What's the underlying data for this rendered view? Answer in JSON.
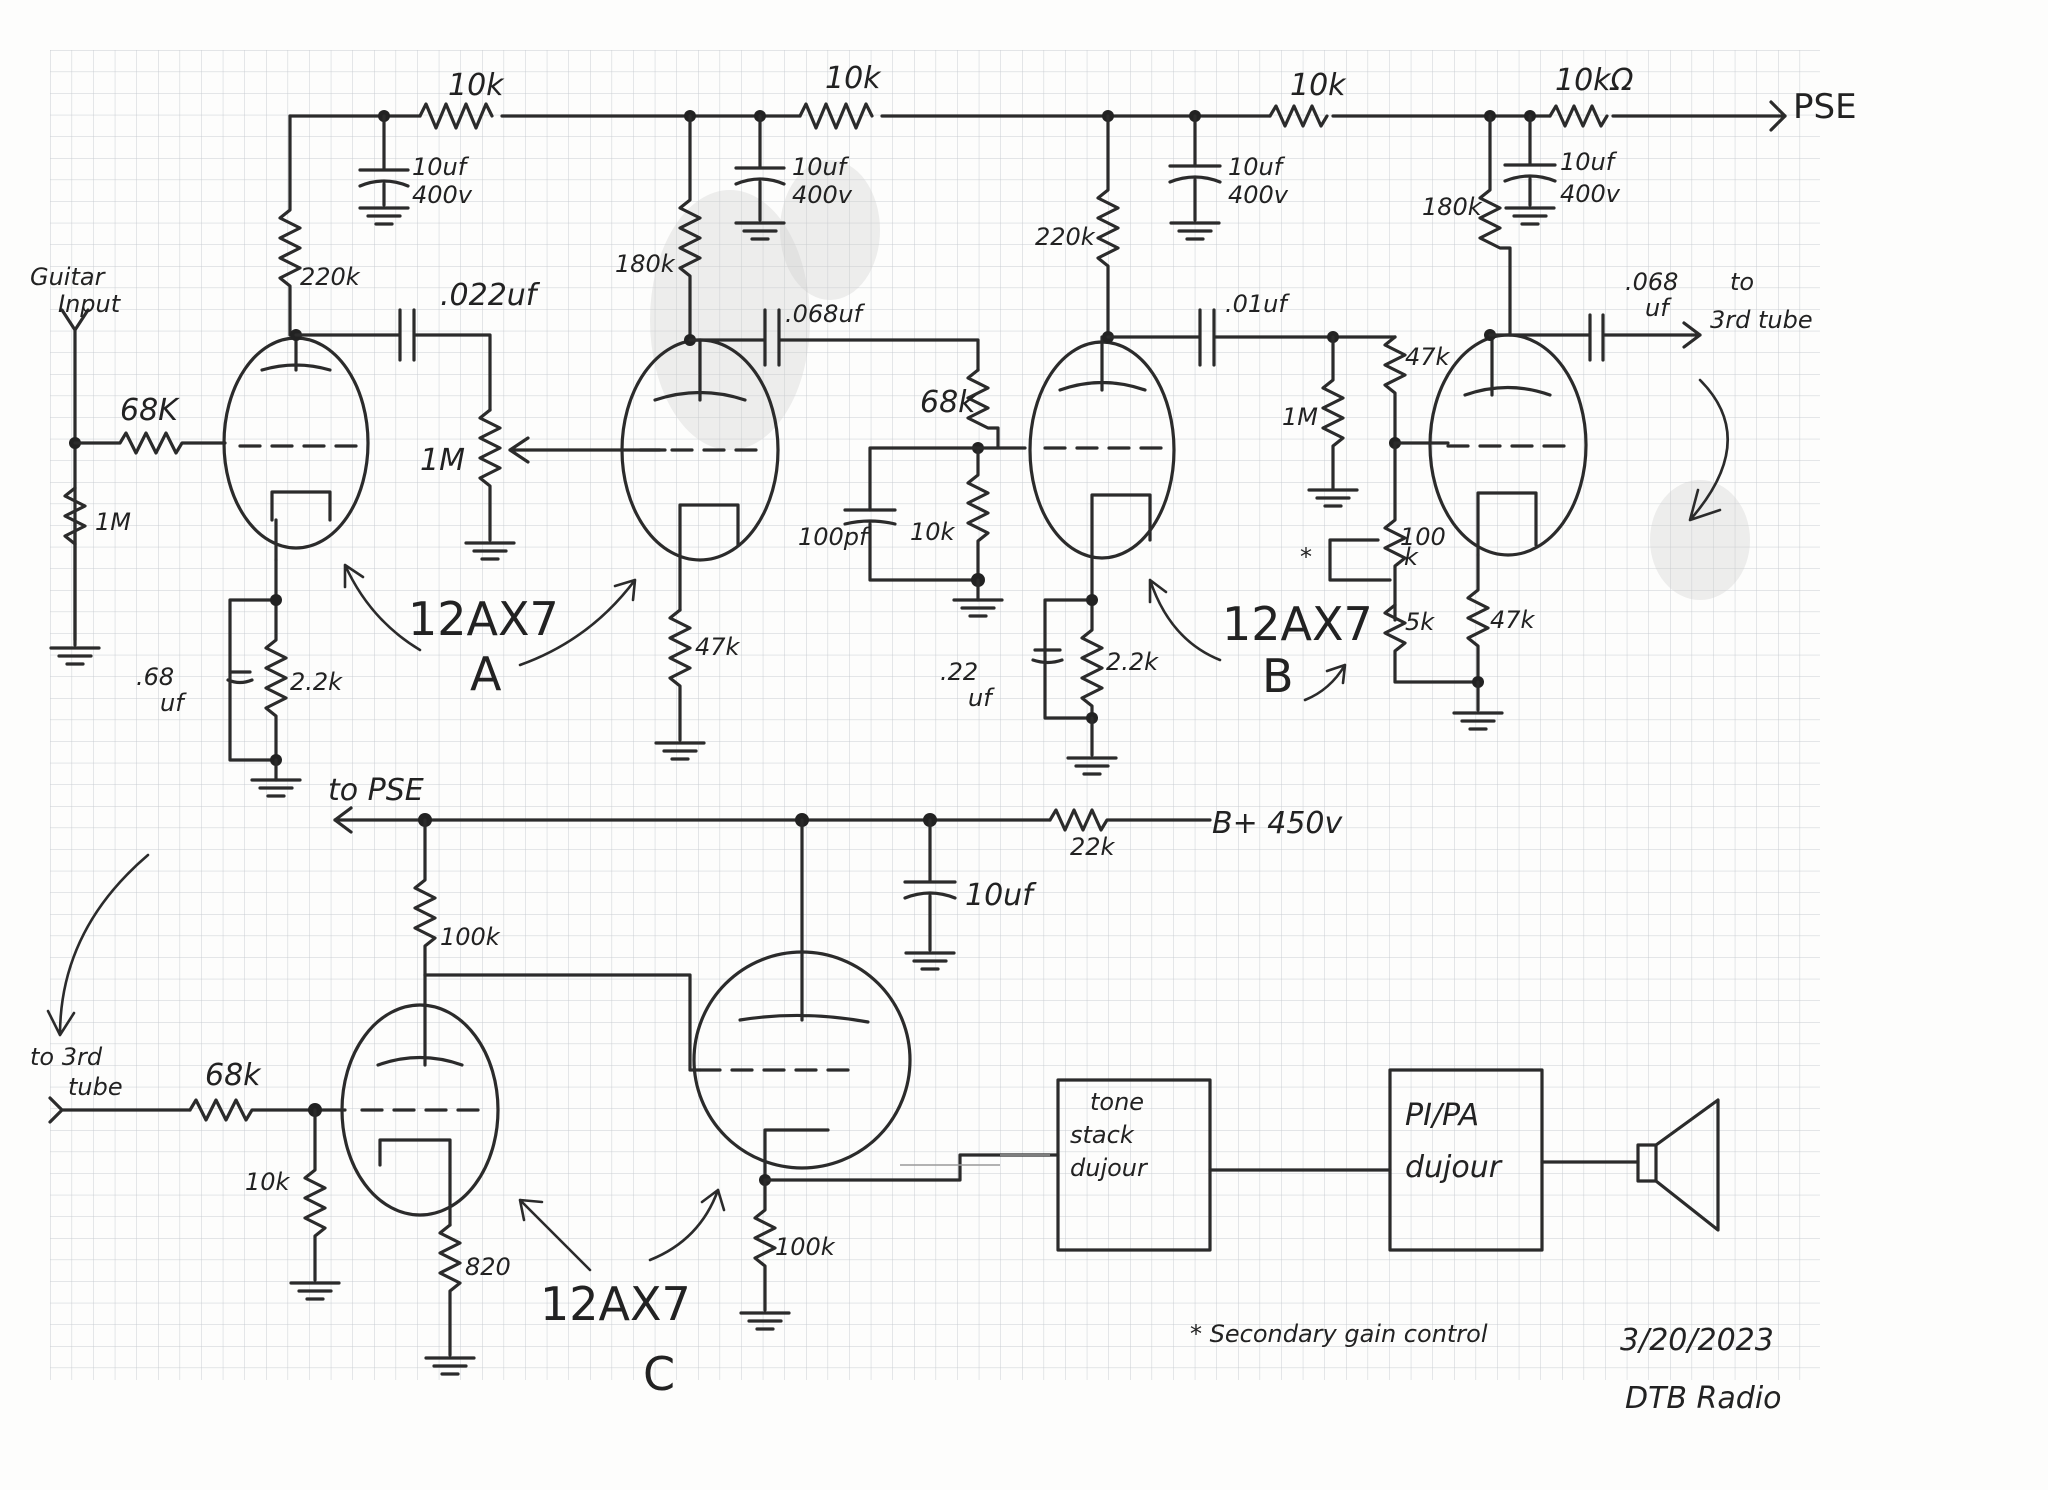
{
  "labels": {
    "pse_top": "PSE",
    "to_pse": "to PSE",
    "b_plus": "B+ 450v",
    "guitar_input": "Guitar\nInput",
    "to_3rd_tube_out": "to\n3rd tube",
    "to_3rd_tube_in": "to 3rd\ntube",
    "tube_a_name": "12AX7",
    "tube_a_letter": "A",
    "tube_b_name": "12AX7",
    "tube_b_letter": "B",
    "tube_c_name": "12AX7",
    "tube_c_letter": "C",
    "tone_stack": "tone\nstack\ndujour",
    "pi_pa": "PI/PA\ndujour",
    "footnote": "* Secondary gain control",
    "asterisk": "*",
    "date": "3/20/2023",
    "author": "DTB Radio"
  },
  "components": {
    "r_supply_1": "10k",
    "r_supply_2": "10k",
    "r_supply_3": "10k",
    "r_supply_4": "10kΩ",
    "c_filter_1": "10uf\n400v",
    "c_filter_2": "10uf\n400v",
    "c_filter_3": "10uf\n400v",
    "c_filter_4": "10uf\n400v",
    "r_plate_a1": "220k",
    "r_plate_a2": "180k",
    "r_plate_b1": "220k",
    "r_plate_b2": "180k",
    "c_couple_1": ".022uf",
    "c_couple_2": ".068uf",
    "c_couple_3": ".01uf",
    "c_couple_4": ".068\nuf",
    "r_grid_stop": "68K",
    "r_input_ground": "1M",
    "pot_volume": "1M",
    "r_cathode_a1": "2.2k",
    "c_cathode_a1": ".68\nuf",
    "r_cathode_a2": "47k",
    "r_div_top": "68k",
    "r_div_bottom": "10k",
    "c_bright": "100pf",
    "r_cathode_b1": "2.2k",
    "c_cathode_b1": ".22\nuf",
    "r_grid_b2": "1M",
    "r_grid_b2_series": "47k",
    "pot_secondary": "100\nk",
    "r_5k": "5k",
    "r_cathode_b2": "47k",
    "r_b_plus": "22k",
    "c_b_plus": "10uf",
    "r_plate_c1": "100k",
    "r_grid_c": "68k",
    "r_grid_c_ground": "10k",
    "r_cathode_c1": "820",
    "r_cathode_c2": "100k"
  }
}
